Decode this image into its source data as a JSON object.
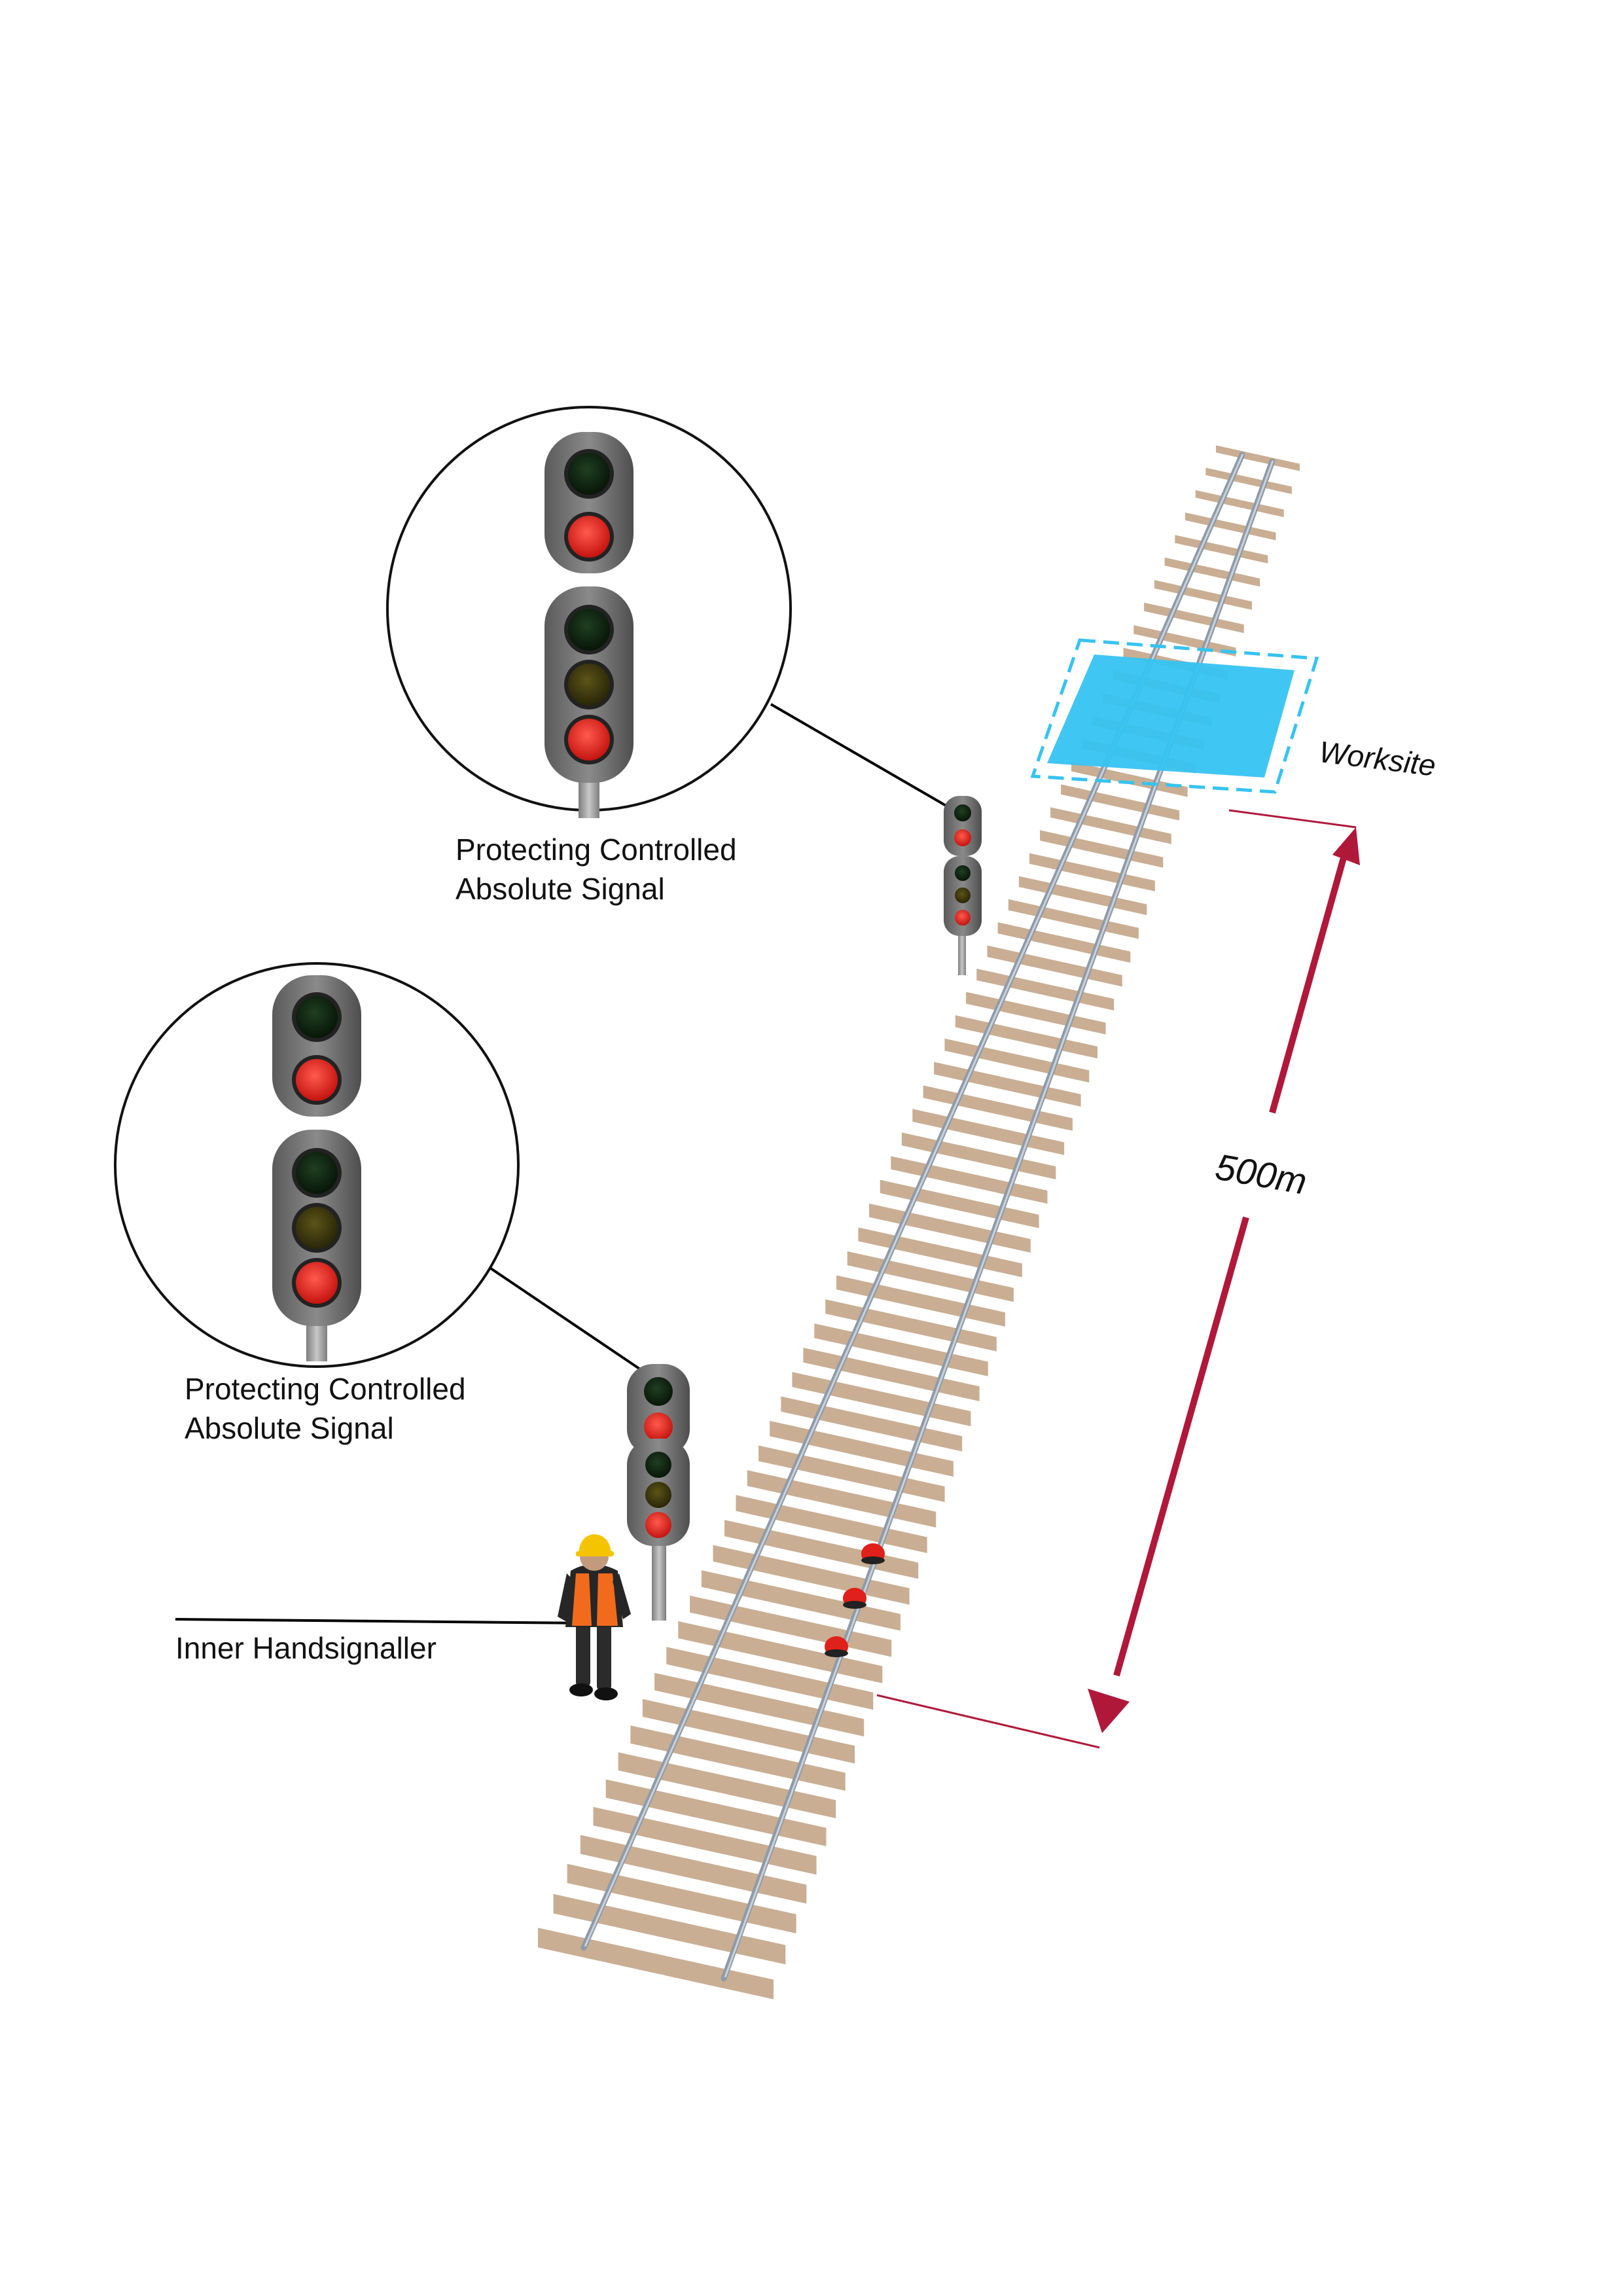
{
  "labels": {
    "signal_upper_line1": "Protecting Controlled",
    "signal_upper_line2": "Absolute Signal",
    "signal_lower_line1": "Protecting Controlled",
    "signal_lower_line2": "Absolute Signal",
    "worksite": "Worksite",
    "distance": "500m",
    "handsignaller": "Inner Handsignaller"
  },
  "colors": {
    "sleeper": "#c9ae93",
    "rail": "#8f9aa7",
    "worksite_fill": "#36c3f1",
    "worksite_border": "#36c3f1",
    "distance_arrow": "#b0183a",
    "signal_red": "#e8241f",
    "signal_dark_green": "#0f2a12",
    "signal_dark_yellow": "#3f3a10",
    "signal_head": "#6f6f6f",
    "detonator": "#e0201a",
    "hi_vis_vest": "#f26b1d",
    "hard_hat": "#f5c400"
  },
  "icons": {
    "signal": "four-aspect-colour-light-signal-icon",
    "person": "track-worker-icon",
    "detonator": "track-detonator-icon"
  }
}
